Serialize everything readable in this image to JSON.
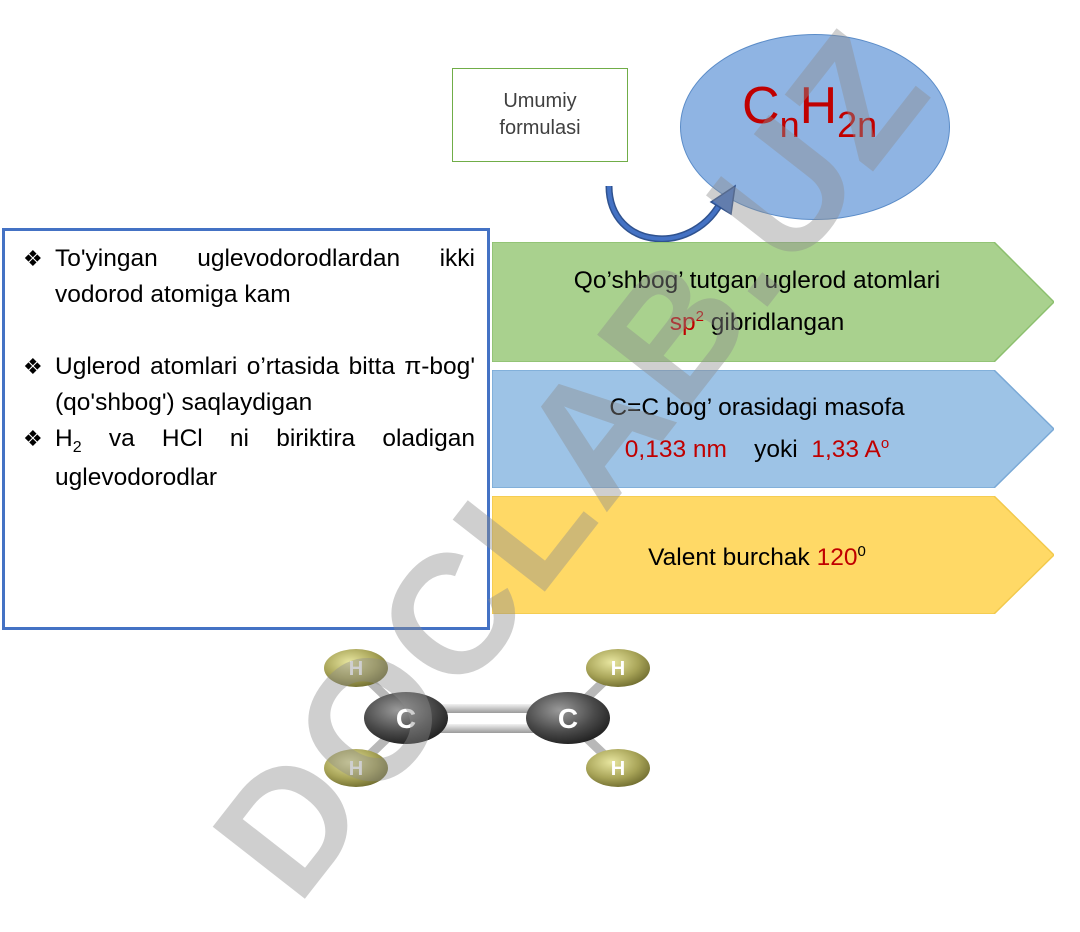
{
  "formula_label": {
    "line1": "Umumiy",
    "line2": "formulasi"
  },
  "formula": {
    "c": "C",
    "c_sub": "n",
    "h": "H",
    "h_sub": "2n"
  },
  "info_box": {
    "bullet_icon": "diamond-bullet-icon",
    "b1": "To'yingan uglevodorodlardan ikki vodorod atomiga kam",
    "b2": "Uglerod atomlari o’rtasida bitta π-bog' (qo'shbog') saqlaydigan",
    "b3_a": "H",
    "b3_sub": "2",
    "b3_b": " va HCl ni biriktira oladigan uglevodorodlar"
  },
  "banners": {
    "green": {
      "line1": "Qo’shbog’ tutgan uglerod atomlari",
      "sp": "sp",
      "sp_sup": "2",
      "rest": " gibridlangan",
      "color": "#a9d18e"
    },
    "blue": {
      "line1": "C=C bog’ orasidagi masofa",
      "v1": "0,133 nm",
      "mid": "yoki",
      "v2": "1,33 A",
      "v2_sup": "o",
      "color": "#9dc3e6"
    },
    "yellow": {
      "label": "Valent burchak ",
      "value": "120",
      "sup": "0",
      "color": "#ffd966"
    }
  },
  "molecule": {
    "atom_c": "C",
    "atom_h": "H"
  },
  "watermark": "DOCLAB.UZ",
  "colors": {
    "accent_red": "#c00000",
    "box_border": "#4472c4",
    "label_border": "#70ad47"
  }
}
